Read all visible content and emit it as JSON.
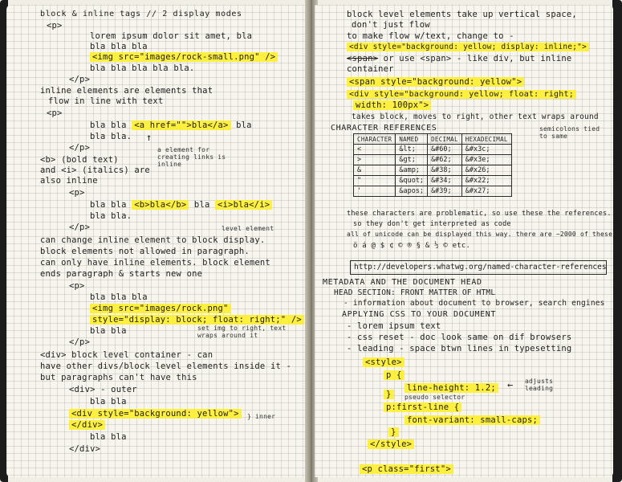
{
  "left_page": {
    "lines": [
      "block & inline tags // 2 display modes",
      "<p>",
      "lorem ipsum dolor sit amet, bla",
      "bla bla bla",
      "<img src=\"images/rock-small.png\" />",
      "bla bla bla bla bla.",
      "</p>",
      "inline elements are elements that",
      "flow in line with text",
      "<p>",
      "bla bla <a href=\"\">bla</a> bla",
      "bla bla.",
      "</p>",
      "<b> (bold text)",
      "and <i> (italics) are",
      "also inline",
      "<p>",
      "bla bla <b>bla</b> bla <i>bla</i>",
      "bla bla.",
      "</p>",
      "can change inline element to block display.",
      "block elements not allowed in paragraph.",
      "can only have inline elements. block element",
      "ends paragraph & starts new one",
      "<p>",
      "bla bla bla",
      "<img src=\"images/rock.png\"",
      "style=\"display: block; float: right;\" />",
      "bla bla",
      "</p>",
      "<div> block level container - can",
      "have other divs/block level elements inside it -",
      "but paragraphs can't have this",
      "<div> - outer",
      "bla bla",
      "<div style=\"background: yellow\">",
      "</div>",
      "bla bla",
      "</div>"
    ],
    "notes": {
      "link_note": "a element for creating links is inline",
      "set_img_note": "set img to right, text wraps around it",
      "inner_note": "} inner",
      "level_note": "level element"
    }
  },
  "right_page": {
    "lines": [
      "block level elements take up vertical space,",
      "don't just flow",
      "to make flow w/text, change to -",
      "<div style=\"background: yellow; display: inline;\">",
      "<span>",
      "or use <span> - like div, but inline",
      "container",
      "<span style=\"background: yellow\">",
      "<div style=\"background: yellow; float: right;",
      "width: 100px\">",
      "takes block, moves to right, other text wraps around",
      "CHARACTER REFERENCES",
      "these characters are problematic, so use these the references.",
      "so they don't get interpreted as code",
      "all of unicode can be displayed this way. there are ~2000 of these",
      "ö á @ $ ¢ © ® § & ½ © etc.",
      "METADATA AND THE DOCUMENT HEAD",
      "HEAD SECTION: FRONT MATTER OF HTML",
      "- information about document to browser, search engines",
      "APPLYING CSS TO YOUR DOCUMENT",
      "- lorem ipsum text",
      "- css reset - doc look same on dif browsers",
      "- leading - space btwn lines in typesetting",
      "<style>",
      "p {",
      "line-height: 1.2;",
      "}",
      "p:first-line {",
      "font-variant: small-caps;",
      "}",
      "</style>",
      "<p class=\"first\">"
    ],
    "notes": {
      "semicolon_note": "semicolons tied to same",
      "leading_note": "adjusts leading",
      "pseudo_note": "pseudo selector"
    },
    "char_table": {
      "headers": [
        "CHARACTER",
        "NAMED",
        "DECIMAL",
        "HEXADECIMAL"
      ],
      "rows": [
        [
          "<",
          "&lt;",
          "&#60;",
          "&#x3c;"
        ],
        [
          ">",
          "&gt;",
          "&#62;",
          "&#x3e;"
        ],
        [
          "&",
          "&amp;",
          "&#38;",
          "&#x26;"
        ],
        [
          "\"",
          "&quot;",
          "&#34;",
          "&#x22;"
        ],
        [
          "'",
          "&apos;",
          "&#39;",
          "&#x27;"
        ]
      ]
    },
    "url": "http://developers.whatwg.org/named-character-references.html"
  },
  "colors": {
    "highlighter": "#ffef28",
    "paper": "#f7f5ee",
    "ink": "#1e1e1e",
    "cover": "#1c1c1c"
  }
}
